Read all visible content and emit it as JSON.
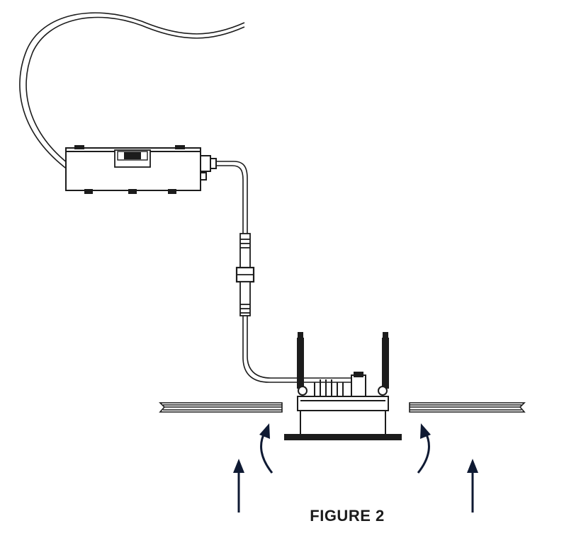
{
  "figure": {
    "caption": "FIGURE 2"
  },
  "components": {
    "supply_cable": "supply-cable",
    "driver_box": "driver-box",
    "connector": "inline-connector",
    "downlight": "downlight-fixture",
    "ceiling": "ceiling-board",
    "arrows": "insertion-arrows"
  },
  "colors": {
    "line": "#1c1c1c",
    "arrow": "#0f1a33",
    "background": "#ffffff"
  }
}
